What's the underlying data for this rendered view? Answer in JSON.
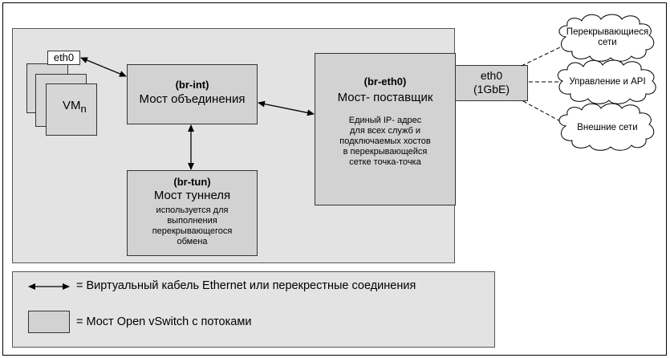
{
  "vm": {
    "eth0_label": "eth0",
    "name": "VM",
    "subscript": "n"
  },
  "br_int": {
    "title": "(br-int)",
    "subtitle": "Мост объединения"
  },
  "br_tun": {
    "title": "(br-tun)",
    "subtitle": "Мост туннеля",
    "description": [
      "используется для",
      "выполнения",
      "перекрывающегося",
      "обмена"
    ]
  },
  "br_eth0": {
    "title": "(br-eth0)",
    "subtitle": "Мост- поставщик",
    "description": [
      "Единый IP- адрес",
      "для всех служб и",
      "подключаемых хостов",
      "в перекрывающейся",
      "сетке точка-точка"
    ]
  },
  "eth0_nic": {
    "label": "eth0",
    "speed": "(1GbE)"
  },
  "clouds": [
    {
      "lines": [
        "Перекрывающиеся",
        "сети"
      ]
    },
    {
      "lines": [
        "Управление и API"
      ]
    },
    {
      "lines": [
        "Внешние сети"
      ]
    }
  ],
  "legend": {
    "cable_text": "= Виртуальный кабель Ethernet или перекрестные соединения",
    "bridge_text": "= Мост Open vSwitch с потоками"
  }
}
